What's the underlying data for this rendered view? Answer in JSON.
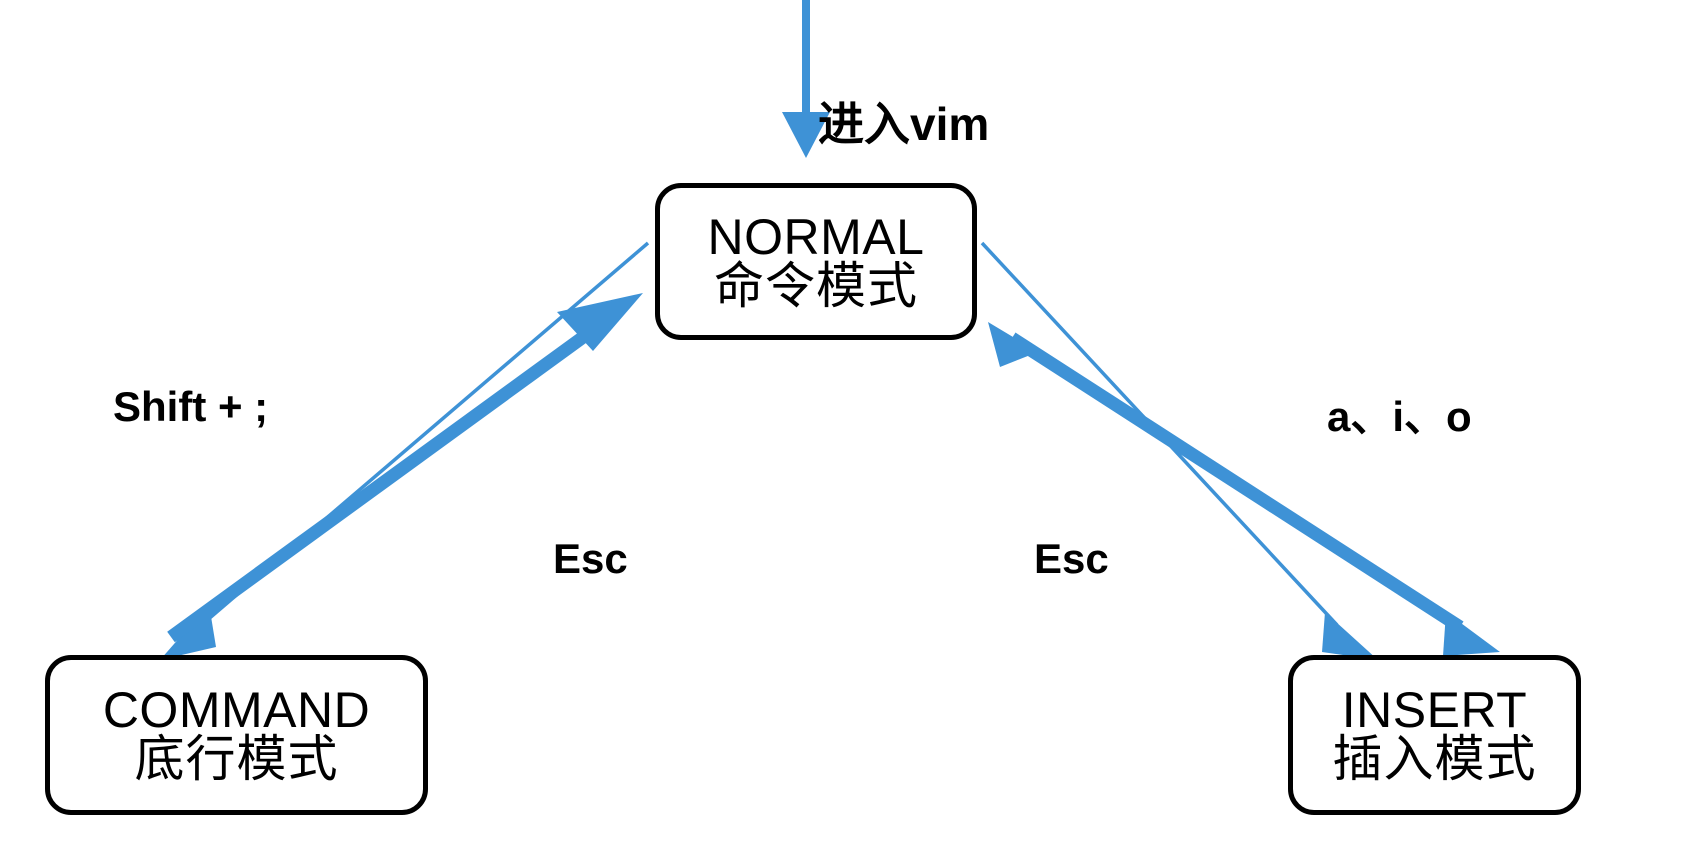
{
  "diagram": {
    "title": "vim mode transition diagram",
    "accent_color": "#3e92d6",
    "node_border_color": "#000000",
    "background_color": "#ffffff",
    "nodes": [
      {
        "id": "normal",
        "latin": "NORMAL",
        "cjk": "命令模式"
      },
      {
        "id": "command",
        "latin": "COMMAND",
        "cjk": "底行模式"
      },
      {
        "id": "insert",
        "latin": "INSERT",
        "cjk": "插入模式"
      }
    ],
    "labels": {
      "enter_vim": "进入vim",
      "to_command": "Shift + ;",
      "to_insert": "a、i、o",
      "esc_left": "Esc",
      "esc_right": "Esc"
    },
    "edges": [
      {
        "id": "enter",
        "from": "outside",
        "to": "normal",
        "label": "进入vim",
        "weight": "thick"
      },
      {
        "id": "normal-to-command",
        "from": "normal",
        "to": "command",
        "label": "Shift + ;",
        "weight": "thin"
      },
      {
        "id": "command-to-normal",
        "from": "command",
        "to": "normal",
        "label": "Esc",
        "weight": "thick"
      },
      {
        "id": "normal-to-insert",
        "from": "normal",
        "to": "insert",
        "label": "a、i、o",
        "weight": "thin"
      },
      {
        "id": "insert-to-normal",
        "from": "insert",
        "to": "normal",
        "label": "Esc",
        "weight": "thick"
      }
    ]
  }
}
